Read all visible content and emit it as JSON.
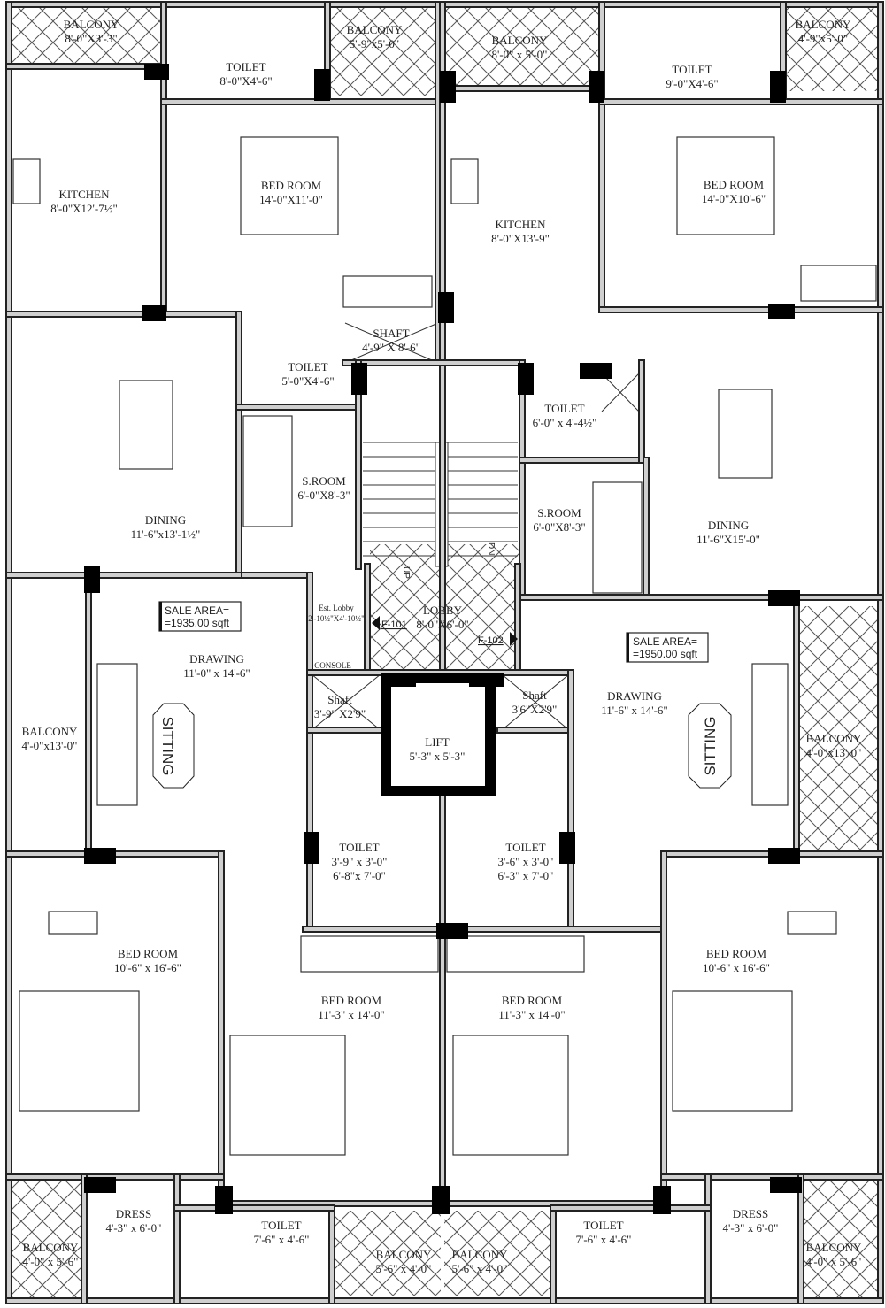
{
  "rooms": [
    {
      "name": "BALCONY",
      "dims": "8'-0\"X3'-3\""
    },
    {
      "name": "TOILET",
      "dims": "8'-0\"X4'-6\""
    },
    {
      "name": "BALCONY",
      "dims": "5'-9\"x5'-0\""
    },
    {
      "name": "BALCONY",
      "dims": "8'-0\" x 5'-0\""
    },
    {
      "name": "TOILET",
      "dims": "9'-0\"X4'-6\""
    },
    {
      "name": "BALCONY",
      "dims": "4'-9\"x5'-0\""
    },
    {
      "name": "KITCHEN",
      "dims": "8'-0\"X12'-7½\""
    },
    {
      "name": "BED ROOM",
      "dims": "14'-0\"X11'-0\""
    },
    {
      "name": "KITCHEN",
      "dims": "8'-0\"X13'-9\""
    },
    {
      "name": "BED ROOM",
      "dims": "14'-0\"X10'-6\""
    },
    {
      "name": "SHAFT",
      "dims": "4'-9\" X 8'-6\""
    },
    {
      "name": "TOILET",
      "dims": "5'-0\"X4'-6\""
    },
    {
      "name": "TOILET",
      "dims": "6'-0\" x 4'-4½\""
    },
    {
      "name": "S.ROOM",
      "dims": "6'-0\"X8'-3\""
    },
    {
      "name": "S.ROOM",
      "dims": "6'-0\"X8'-3\""
    },
    {
      "name": "DINING",
      "dims": "11'-6\"x13'-1½\""
    },
    {
      "name": "DINING",
      "dims": "11'-6\"X15'-0\""
    },
    {
      "name": "Est. Lobby",
      "dims": "2'-10½\"X4'-10½\""
    },
    {
      "name": "LOBBY",
      "dims": "8'-0\"X6'-0\""
    },
    {
      "name": "DRAWING",
      "dims": "11'-0\" x 14'-6\""
    },
    {
      "name": "DRAWING",
      "dims": "11'-6\" x 14'-6\""
    },
    {
      "name": "BALCONY",
      "dims": "4'-0\"x13'-0\""
    },
    {
      "name": "BALCONY",
      "dims": "4'-0\"x13'-0\""
    },
    {
      "name": "LIFT",
      "dims": "5'-3\" x 5'-3\""
    },
    {
      "name": "Shaft",
      "dims": "3'-9\" X2'9\""
    },
    {
      "name": "Shaft",
      "dims": "3'6\"X2'9\""
    },
    {
      "name": "TOILET",
      "dims": "3'-9\" x 3'-0\"",
      "dims2": "6'-8\"x 7'-0\""
    },
    {
      "name": "TOILET",
      "dims": "3'-6\" x 3'-0\"",
      "dims2": "6'-3\" x 7'-0\""
    },
    {
      "name": "BED ROOM",
      "dims": "10'-6\" x 16'-6\""
    },
    {
      "name": "BED ROOM",
      "dims": "11'-3\" x 14'-0\""
    },
    {
      "name": "BED ROOM",
      "dims": "11'-3\" x 14'-0\""
    },
    {
      "name": "BED ROOM",
      "dims": "10'-6\" x 16'-6\""
    },
    {
      "name": "DRESS",
      "dims": "4'-3\" x 6'-0\""
    },
    {
      "name": "TOILET",
      "dims": "7'-6\" x 4'-6\""
    },
    {
      "name": "BALCONY",
      "dims": "4'-0\" x 5'-6\""
    },
    {
      "name": "BALCONY",
      "dims": "5'-6\" x 4'-0\""
    },
    {
      "name": "BALCONY",
      "dims": "5'-6\" x 4'-0\""
    },
    {
      "name": "TOILET",
      "dims": "7'-6\" x 4'-6\""
    },
    {
      "name": "DRESS",
      "dims": "4'-3\" x 6'-0\""
    },
    {
      "name": "BALCONY",
      "dims": "4'-0\" x 5'-6\""
    }
  ],
  "sale_area_left": {
    "label": "SALE AREA=",
    "value": "=1935.00 sqft"
  },
  "sale_area_right": {
    "label": "SALE AREA=",
    "value": "=1950.00 sqft"
  },
  "sitting_label": "SITTING",
  "stairs": {
    "up": "UP",
    "down": "DN"
  },
  "flats": {
    "left": "F-101",
    "right": "F-102"
  },
  "console_label": "CONSOLE"
}
